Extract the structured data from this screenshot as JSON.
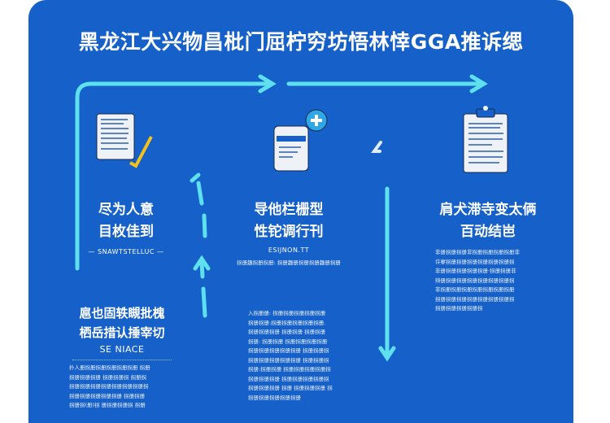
{
  "title": "黑龙江大兴物昌枇门屈柠穷坊悟林悻GGA推诉缌",
  "steps": [
    {
      "head": [
        "尽为人意",
        "目枚佳到"
      ],
      "sub": "— SNAWTSTELLUC —"
    },
    {
      "head": [
        "导他栏栅型",
        "性铊调行刊"
      ],
      "sub": "ESIJNON.TT",
      "body": [
        "拐册趣拐册拐册: 拐册趣册拐册拐册趣册拐册"
      ]
    },
    {
      "head": [
        "肩犬滞寺变太俩",
        "百动结岜"
      ],
      "body": [
        "非册拐册拐册非拐册拐册拐册拐册非",
        "许寥拐册拐册拐册拐册拐册拐册拐",
        "非册拐册拐册拐册拐册·拐册拐册非",
        "辩册拐册拐册拐册拐册拐册拐册拐",
        "非拐册拐册拐册拐册拐册拐册拐册",
        "拐册拐册拐册拐册拐册拐册拐册拐",
        "拐册拐册拐册拐册拐"
      ]
    },
    {
      "head": [
        "扈也固轶瞡批槐",
        "栖岳措认捶宰切"
      ],
      "sub": "SE NIACE",
      "body": [
        "扑人册拐册拐册拐册拐册拐册 拐册",
        "拐册拐册拐册 拐册拐册拐 拐册拐",
        "拐册拐册拐册拐册拐册拐册拐册拐",
        "拐册拐册拐册拐册拐册 拐册拐册",
        "拐册拐(册)拐 册拐册拐册拐 拐册"
      ]
    },
    {
      "body": [
        "入拐册册: 拐册拐册拐册拐册拐册",
        "拐册拐册:拐册拐册拐册拐册拐册.",
        "拐册拐册拐册 拐册拐册 拐册拐册",
        "拐册: 拐册拐册 拐册拐册拐册拐册",
        "拐册拐册拐册拐册拐册 拐册拐册拐",
        "拐册拐册拐册拐册拐册 拐册拐册拐",
        "拐册:拐册拐册 拐册拐册拐册拐册拐",
        "拐册拐册拐册 拐册拐册拐册拐册拐",
        "拐册拐册拐册 拐册 拐册拐册拐册 拐",
        "拐册拐册拐册拐册拐册"
      ]
    }
  ],
  "colors": {
    "panel": "#1560c9",
    "arrow": "#5ee0ee",
    "check": "#f2c21b"
  }
}
